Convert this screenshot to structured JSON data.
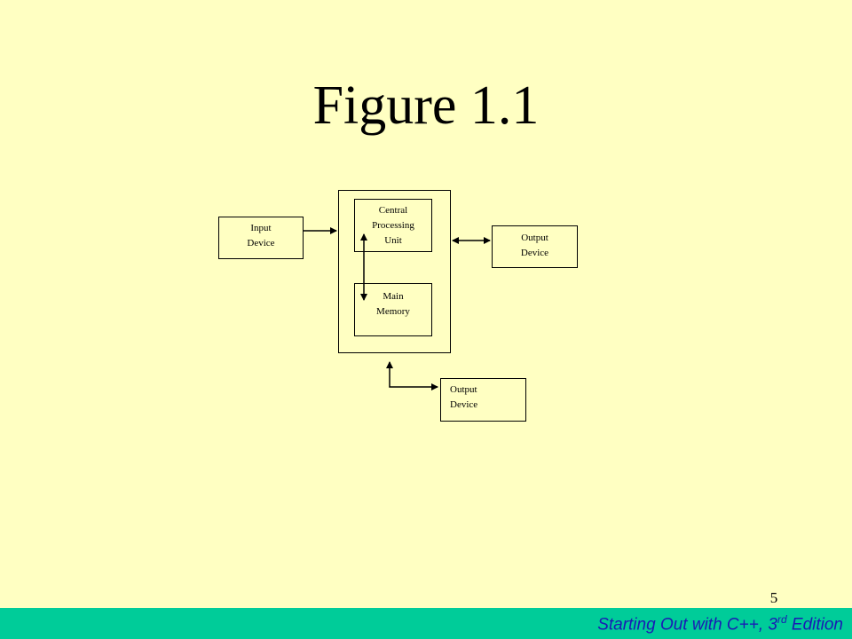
{
  "slide": {
    "title": "Figure 1.1",
    "page_number": "5"
  },
  "diagram": {
    "cpu": {
      "lines": [
        "Central",
        "Processing",
        "Unit"
      ]
    },
    "main_memory": {
      "lines": [
        "Main",
        "Memory"
      ]
    },
    "input_device": {
      "lines": [
        "Input",
        "Device"
      ]
    },
    "output_device_right": {
      "lines": [
        "Output",
        "Device"
      ]
    },
    "output_device_bottom": {
      "lines": [
        "Output",
        "Device"
      ]
    }
  },
  "footer": {
    "text_before": "Starting Out with C++, 3",
    "superscript": "rd",
    "text_after": " Edition",
    "background_color": "#00CC99",
    "text_color": "#1A1AB5"
  },
  "colors": {
    "background": "#FFFFC2",
    "stroke": "#000000"
  }
}
